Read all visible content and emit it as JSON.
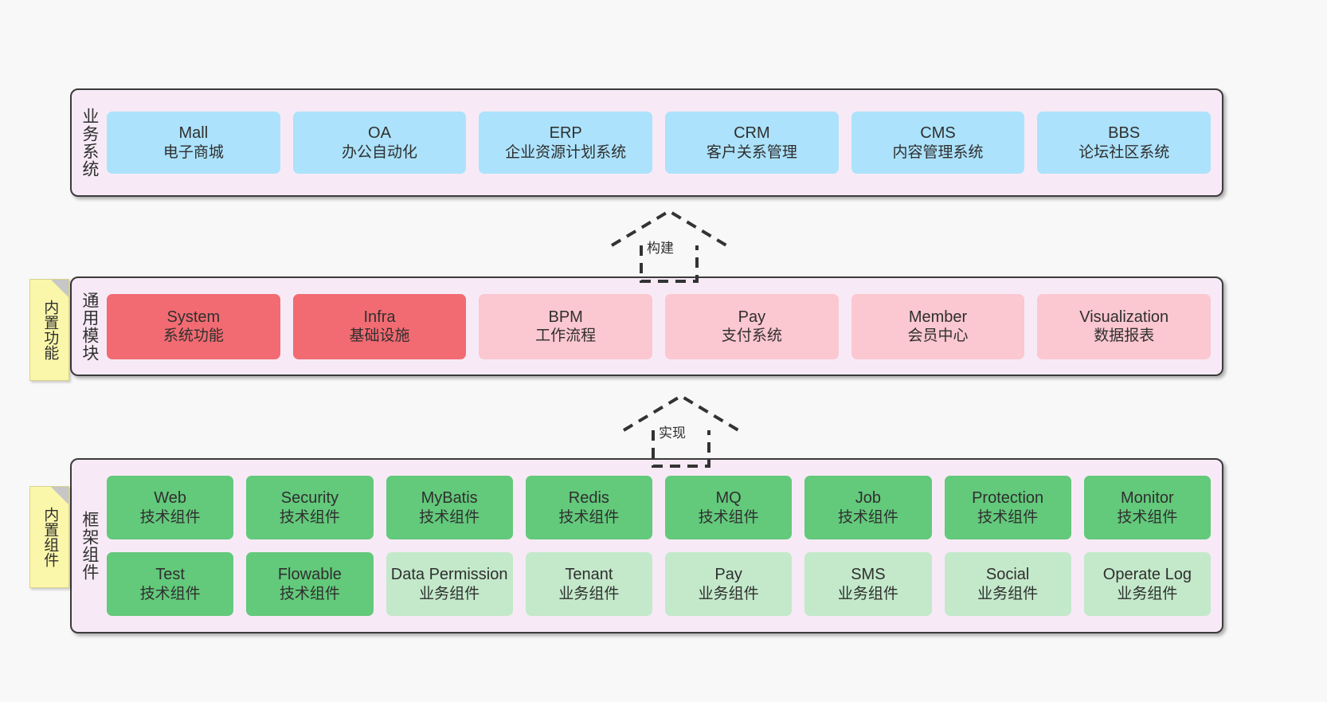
{
  "layers": [
    {
      "id": "business",
      "title": "业务系统",
      "cards": [
        {
          "en": "Mall",
          "cn": "电子商城",
          "color": "#ace2fb"
        },
        {
          "en": "OA",
          "cn": "办公自动化",
          "color": "#ace2fb"
        },
        {
          "en": "ERP",
          "cn": "企业资源计划系统",
          "color": "#ace2fb"
        },
        {
          "en": "CRM",
          "cn": "客户关系管理",
          "color": "#ace2fb"
        },
        {
          "en": "CMS",
          "cn": "内容管理系统",
          "color": "#ace2fb"
        },
        {
          "en": "BBS",
          "cn": "论坛社区系统",
          "color": "#ace2fb"
        }
      ]
    },
    {
      "id": "common",
      "title": "通用模块",
      "sticky": "内置功能",
      "cards": [
        {
          "en": "System",
          "cn": "系统功能",
          "color": "#f26b72"
        },
        {
          "en": "Infra",
          "cn": "基础设施",
          "color": "#f26b72"
        },
        {
          "en": "BPM",
          "cn": "工作流程",
          "color": "#fbc7d0"
        },
        {
          "en": "Pay",
          "cn": "支付系统",
          "color": "#fbc7d0"
        },
        {
          "en": "Member",
          "cn": "会员中心",
          "color": "#fbc7d0"
        },
        {
          "en": "Visualization",
          "cn": "数据报表",
          "color": "#fbc7d0"
        }
      ]
    },
    {
      "id": "framework",
      "title": "框架组件",
      "sticky": "内置组件",
      "row1": [
        {
          "en": "Web",
          "cn": "技术组件",
          "color": "#63c97b"
        },
        {
          "en": "Security",
          "cn": "技术组件",
          "color": "#63c97b"
        },
        {
          "en": "MyBatis",
          "cn": "技术组件",
          "color": "#63c97b"
        },
        {
          "en": "Redis",
          "cn": "技术组件",
          "color": "#63c97b"
        },
        {
          "en": "MQ",
          "cn": "技术组件",
          "color": "#63c97b"
        },
        {
          "en": "Job",
          "cn": "技术组件",
          "color": "#63c97b"
        },
        {
          "en": "Protection",
          "cn": "技术组件",
          "color": "#63c97b"
        },
        {
          "en": "Monitor",
          "cn": "技术组件",
          "color": "#63c97b"
        }
      ],
      "row2": [
        {
          "en": "Test",
          "cn": "技术组件",
          "color": "#63c97b"
        },
        {
          "en": "Flowable",
          "cn": "技术组件",
          "color": "#63c97b"
        },
        {
          "en": "Data Permission",
          "cn": "业务组件",
          "color": "#c3e9ca"
        },
        {
          "en": "Tenant",
          "cn": "业务组件",
          "color": "#c3e9ca"
        },
        {
          "en": "Pay",
          "cn": "业务组件",
          "color": "#c3e9ca"
        },
        {
          "en": "SMS",
          "cn": "业务组件",
          "color": "#c3e9ca"
        },
        {
          "en": "Social",
          "cn": "业务组件",
          "color": "#c3e9ca"
        },
        {
          "en": "Operate Log",
          "cn": "业务组件",
          "color": "#c3e9ca"
        }
      ]
    }
  ],
  "connectors": [
    {
      "id": "build",
      "label": "构建",
      "style": "dashed-hollow-triangle",
      "direction": "up"
    },
    {
      "id": "impl",
      "label": "实现",
      "style": "dashed-hollow-triangle",
      "direction": "up"
    }
  ],
  "colors": {
    "canvas": "#f8f8f8",
    "panel_bg": "#f7eaf6",
    "panel_border": "#3b3b3b",
    "business_card": "#ace2fb",
    "common_card_strong": "#f26b72",
    "common_card_soft": "#fbc7d0",
    "framework_card_strong": "#63c97b",
    "framework_card_soft": "#c3e9ca",
    "sticky_note": "#fbf7aa",
    "sticky_fold": "#c7c7c7",
    "connector_line": "#333333"
  }
}
